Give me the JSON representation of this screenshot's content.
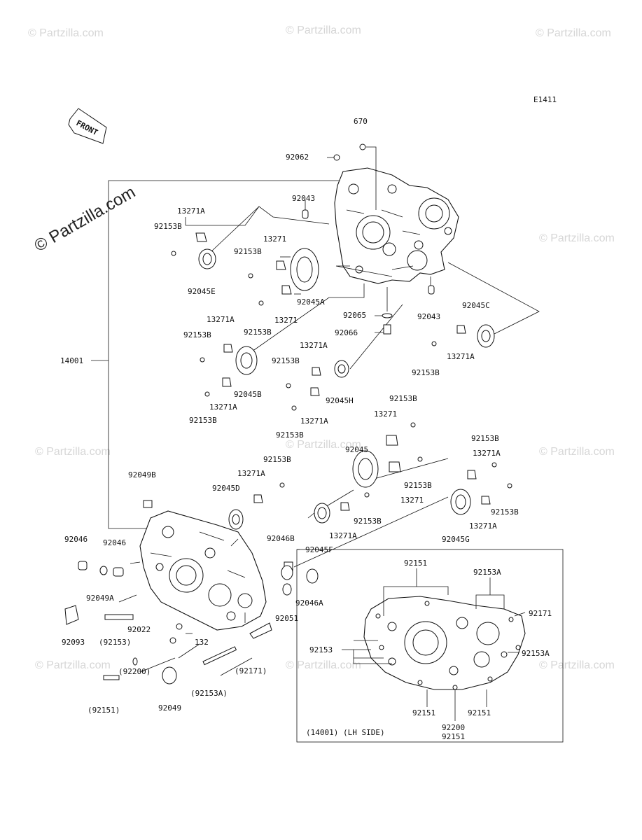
{
  "diagram_code": "E1411",
  "front_label": "FRONT",
  "watermark": "© Partzilla.com",
  "watermark_brand": "© Partzilla.com",
  "inset_caption": "(14001) (LH SIDE)",
  "labels": [
    {
      "id": "670",
      "text": "670"
    },
    {
      "id": "92062",
      "text": "92062"
    },
    {
      "id": "92043a",
      "text": "92043"
    },
    {
      "id": "13271A_1",
      "text": "13271A"
    },
    {
      "id": "92153B_1",
      "text": "92153B"
    },
    {
      "id": "92045E",
      "text": "92045E"
    },
    {
      "id": "13271_1",
      "text": "13271"
    },
    {
      "id": "92153B_2",
      "text": "92153B"
    },
    {
      "id": "92045A",
      "text": "92045A"
    },
    {
      "id": "13271_2",
      "text": "13271"
    },
    {
      "id": "92153B_3",
      "text": "92153B"
    },
    {
      "id": "92065",
      "text": "92065"
    },
    {
      "id": "92066",
      "text": "92066"
    },
    {
      "id": "92043b",
      "text": "92043"
    },
    {
      "id": "92045C",
      "text": "92045C"
    },
    {
      "id": "13271A_2",
      "text": "13271A"
    },
    {
      "id": "92153B_4",
      "text": "92153B"
    },
    {
      "id": "13271A_3",
      "text": "13271A"
    },
    {
      "id": "92153B_5",
      "text": "92153B"
    },
    {
      "id": "14001",
      "text": "14001"
    },
    {
      "id": "92045B",
      "text": "92045B"
    },
    {
      "id": "13271A_4",
      "text": "13271A"
    },
    {
      "id": "92153B_6",
      "text": "92153B"
    },
    {
      "id": "13271A_5",
      "text": "13271A"
    },
    {
      "id": "92153B_7",
      "text": "92153B"
    },
    {
      "id": "92045H",
      "text": "92045H"
    },
    {
      "id": "13271A_6",
      "text": "13271A"
    },
    {
      "id": "92153B_8",
      "text": "92153B"
    },
    {
      "id": "92153B_9",
      "text": "92153B"
    },
    {
      "id": "13271_3",
      "text": "13271"
    },
    {
      "id": "92045",
      "text": "92045"
    },
    {
      "id": "92153B_10",
      "text": "92153B"
    },
    {
      "id": "13271A_7",
      "text": "13271A"
    },
    {
      "id": "92049B",
      "text": "92049B"
    },
    {
      "id": "92153B_11",
      "text": "92153B"
    },
    {
      "id": "13271A_8",
      "text": "13271A"
    },
    {
      "id": "92045D",
      "text": "92045D"
    },
    {
      "id": "92153B_12",
      "text": "92153B"
    },
    {
      "id": "13271_4",
      "text": "13271"
    },
    {
      "id": "92153B_13",
      "text": "92153B"
    },
    {
      "id": "92153B_14",
      "text": "92153B"
    },
    {
      "id": "13271A_9",
      "text": "13271A"
    },
    {
      "id": "13271A_10",
      "text": "13271A"
    },
    {
      "id": "92045G",
      "text": "92045G"
    },
    {
      "id": "92045F",
      "text": "92045F"
    },
    {
      "id": "92046B",
      "text": "92046B"
    },
    {
      "id": "92046_1",
      "text": "92046"
    },
    {
      "id": "92046_2",
      "text": "92046"
    },
    {
      "id": "92049A",
      "text": "92049A"
    },
    {
      "id": "92046A",
      "text": "92046A"
    },
    {
      "id": "92051",
      "text": "92051"
    },
    {
      "id": "92022",
      "text": "92022"
    },
    {
      "id": "92153p",
      "text": "(92153)"
    },
    {
      "id": "92093",
      "text": "92093"
    },
    {
      "id": "132",
      "text": "132"
    },
    {
      "id": "92171p",
      "text": "(92171)"
    },
    {
      "id": "92200p",
      "text": "(92200)"
    },
    {
      "id": "92153Ap",
      "text": "(92153A)"
    },
    {
      "id": "92151p",
      "text": "(92151)"
    },
    {
      "id": "92049",
      "text": "92049"
    },
    {
      "id": "92151_1",
      "text": "92151"
    },
    {
      "id": "92153A_1",
      "text": "92153A"
    },
    {
      "id": "92171",
      "text": "92171"
    },
    {
      "id": "92153",
      "text": "92153"
    },
    {
      "id": "92153A_2",
      "text": "92153A"
    },
    {
      "id": "92151_2",
      "text": "92151"
    },
    {
      "id": "92151_3",
      "text": "92151"
    },
    {
      "id": "92200",
      "text": "92200"
    },
    {
      "id": "92151_4",
      "text": "92151"
    }
  ]
}
